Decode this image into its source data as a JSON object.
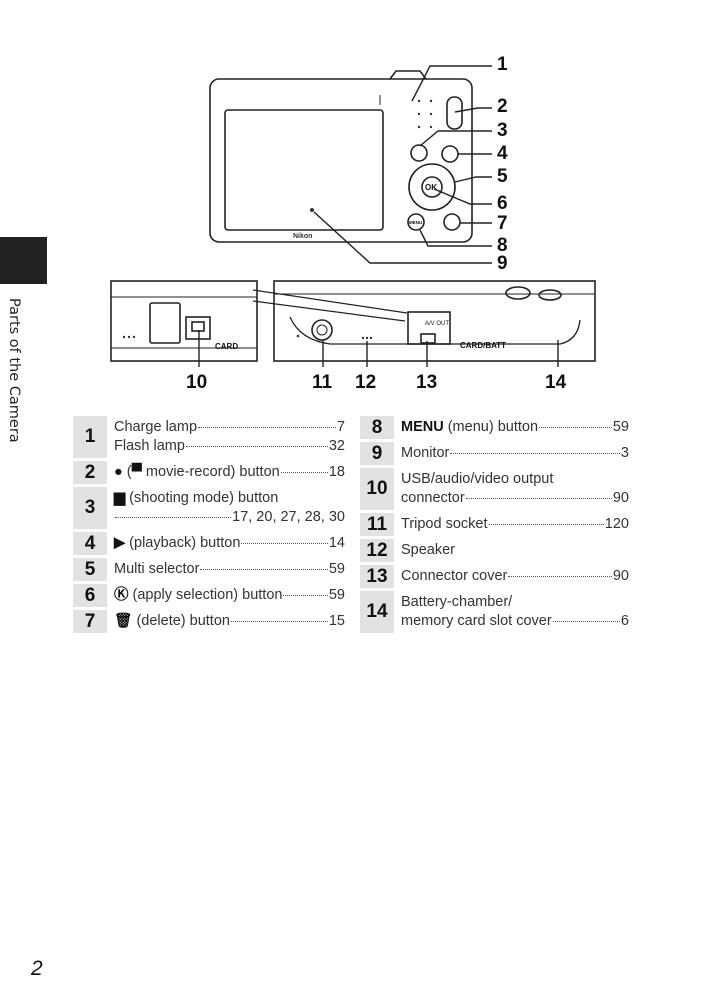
{
  "sidebar": {
    "section": "Parts of the Camera"
  },
  "callouts": [
    "1",
    "2",
    "3",
    "4",
    "5",
    "6",
    "7",
    "8",
    "9",
    "10",
    "11",
    "12",
    "13",
    "14"
  ],
  "camera_labels": {
    "brand": "Nikon",
    "ok": "OK",
    "menu": "MENU",
    "av_out": "A/V OUT",
    "card": "CARD",
    "card_batt": "CARD/BATT"
  },
  "parts_left": [
    {
      "num": "1",
      "lines": [
        {
          "label": "Charge lamp",
          "page": "7"
        },
        {
          "label": "Flash lamp",
          "page": "32"
        }
      ]
    },
    {
      "num": "2",
      "lines": [
        {
          "icon": "●",
          "label": " (",
          "icon2": "▀",
          "label2": " movie-record) button",
          "page": "18"
        }
      ]
    },
    {
      "num": "3",
      "lines": [
        {
          "icon": "▆",
          "label": " (shooting mode) button"
        },
        {
          "label": "",
          "page": "17, 20, 27, 28, 30"
        }
      ]
    },
    {
      "num": "4",
      "lines": [
        {
          "icon": "▶",
          "label": " (playback) button",
          "page": "14"
        }
      ]
    },
    {
      "num": "5",
      "lines": [
        {
          "label": "Multi selector",
          "page": "59"
        }
      ]
    },
    {
      "num": "6",
      "lines": [
        {
          "icon": "Ⓚ",
          "label": " (apply selection) button",
          "page": "59"
        }
      ]
    },
    {
      "num": "7",
      "lines": [
        {
          "icon": "🗑",
          "label": " (delete) button",
          "page": "15"
        }
      ]
    }
  ],
  "parts_right": [
    {
      "num": "8",
      "lines": [
        {
          "icon": "MENU",
          "label": " (menu) button",
          "page": "59"
        }
      ]
    },
    {
      "num": "9",
      "lines": [
        {
          "label": "Monitor",
          "page": "3"
        }
      ]
    },
    {
      "num": "10",
      "lines": [
        {
          "label": "USB/audio/video output"
        },
        {
          "label": "connector",
          "page": "90"
        }
      ]
    },
    {
      "num": "11",
      "lines": [
        {
          "label": "Tripod socket",
          "page": "120"
        }
      ]
    },
    {
      "num": "12",
      "lines": [
        {
          "label": "Speaker"
        }
      ]
    },
    {
      "num": "13",
      "lines": [
        {
          "label": "Connector cover",
          "page": "90"
        }
      ]
    },
    {
      "num": "14",
      "lines": [
        {
          "label": "Battery-chamber/"
        },
        {
          "label": "memory card slot cover",
          "page": "6"
        }
      ]
    }
  ],
  "page_number": "2"
}
